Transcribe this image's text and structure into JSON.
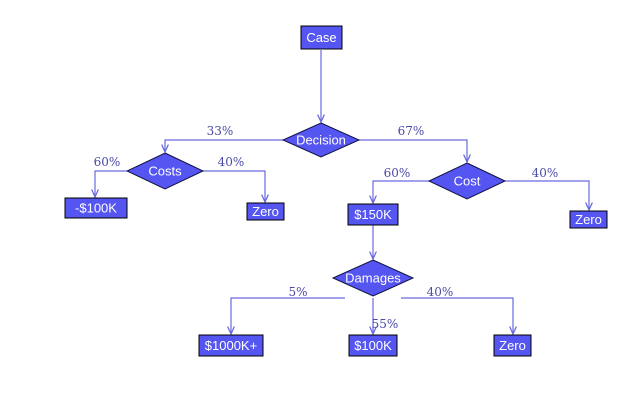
{
  "colors": {
    "node_fill": "#5555f2",
    "node_text": "#ffffff",
    "edge": "#6a6ae0",
    "edge_label": "#4a4aa8"
  },
  "nodes": {
    "case": "Case",
    "decision": "Decision",
    "costs": "Costs",
    "loss_100k": "-$100K",
    "zero_costs": "Zero",
    "cost": "Cost",
    "gain_150k": "$150K",
    "zero_cost": "Zero",
    "damages": "Damages",
    "dmg_1000k": "$1000K+",
    "dmg_100k": "$100K",
    "dmg_zero": "Zero"
  },
  "edge_labels": {
    "decision_to_costs": "33%",
    "decision_to_cost": "67%",
    "costs_to_loss": "60%",
    "costs_to_zero": "40%",
    "cost_to_150k": "60%",
    "cost_to_zero": "40%",
    "damages_to_1000k": "5%",
    "damages_to_100k": "55%",
    "damages_to_zero": "40%"
  }
}
